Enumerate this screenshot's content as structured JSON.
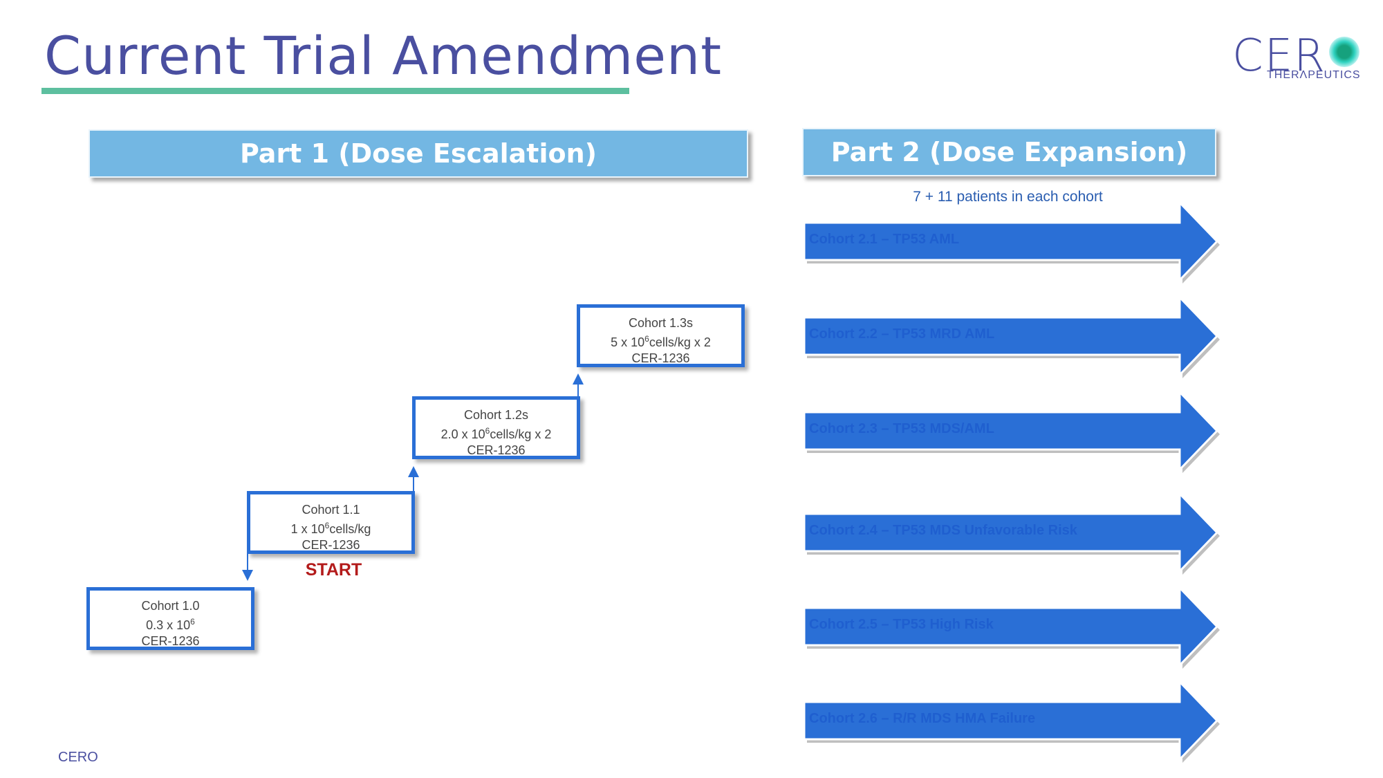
{
  "title": "Current Trial Amendment",
  "logo": {
    "word": "CER",
    "sub": "THERΛPEUTICS"
  },
  "parts": {
    "part1": "Part 1 (Dose Escalation)",
    "part2": "Part 2 (Dose Expansion)"
  },
  "part2_note": "7 + 11 patients in each cohort",
  "cohorts": [
    {
      "name": "Cohort 1.0",
      "dose_base": "0.3 x 10",
      "dose_exp": "6",
      "dose_tail": "",
      "drug": "CER-1236"
    },
    {
      "name": "Cohort 1.1",
      "dose_base": "1 x 10",
      "dose_exp": "6",
      "dose_tail": "cells/kg",
      "drug": "CER-1236"
    },
    {
      "name": "Cohort 1.2s",
      "dose_base": "2.0 x 10",
      "dose_exp": "6",
      "dose_tail": "cells/kg x 2",
      "drug": "CER-1236"
    },
    {
      "name": "Cohort 1.3s",
      "dose_base": "5 x 10",
      "dose_exp": "6",
      "dose_tail": "cells/kg x 2",
      "drug": "CER-1236"
    }
  ],
  "start_label": "START",
  "expansion_arrows": [
    {
      "label": "Cohort 2.1 – TP53 AML"
    },
    {
      "label": "Cohort 2.2 – TP53 MRD AML"
    },
    {
      "label": "Cohort 2.3 – TP53 MDS/AML"
    },
    {
      "label": "Cohort 2.4 – TP53 MDS Unfavorable Risk"
    },
    {
      "label": "Cohort 2.5 – TP53 High Risk"
    },
    {
      "label": "Cohort 2.6 – R/R MDS HMA Failure"
    }
  ],
  "colors": {
    "title": "#4a4fa0",
    "rule": "#5dbf9f",
    "header": "#73b7e3",
    "box_border": "#2a6fd6",
    "arrow": "#2a6fd6",
    "start": "#b31b1b"
  },
  "footer": "CERO"
}
